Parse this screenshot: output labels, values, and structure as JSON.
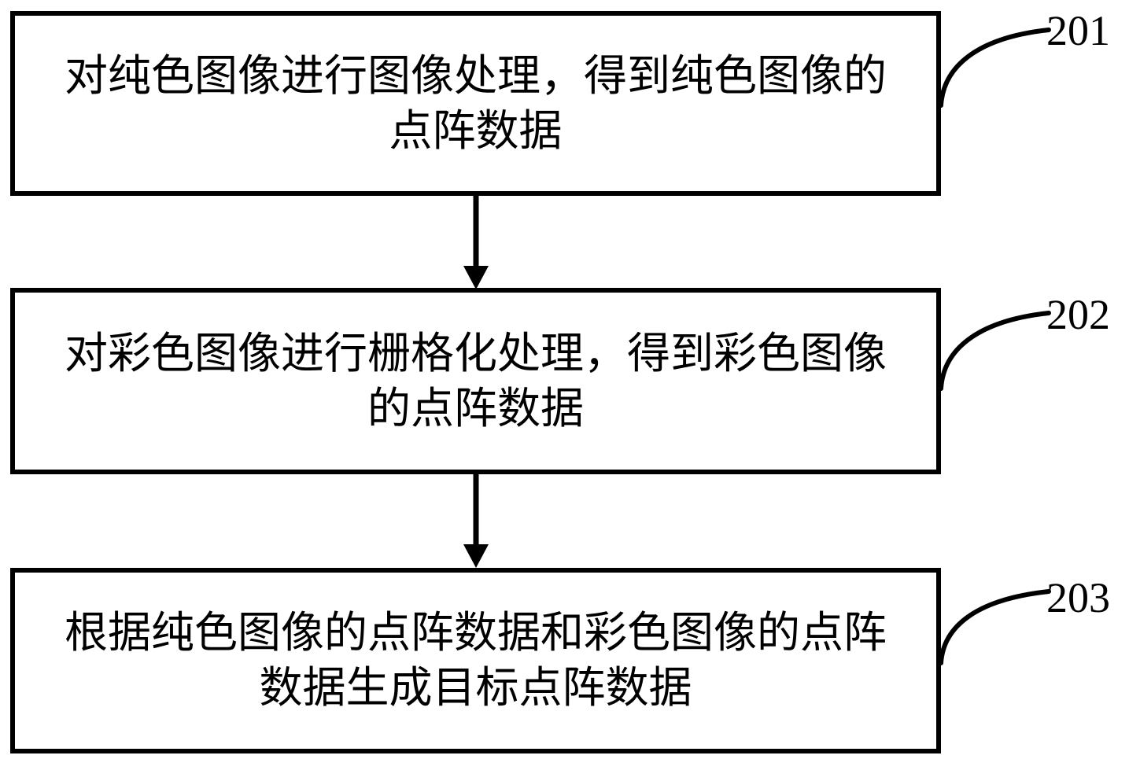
{
  "figure": {
    "type": "flowchart",
    "orientation": "vertical",
    "background_color": "#ffffff",
    "line_color": "#000000",
    "steps": [
      {
        "ref": "201",
        "text": "对纯色图像进行图像处理，得到纯色图像的\n点阵数据",
        "line1": "对纯色图像进行图像处理，得到纯色图像的",
        "line2": "点阵数据"
      },
      {
        "ref": "202",
        "text": "对彩色图像进行栅格化处理，得到彩色图像\n的点阵数据",
        "line1": "对彩色图像进行栅格化处理，得到彩色图像",
        "line2": "的点阵数据"
      },
      {
        "ref": "203",
        "text": "根据纯色图像的点阵数据和彩色图像的点阵\n数据生成目标点阵数据",
        "line1": "根据纯色图像的点阵数据和彩色图像的点阵",
        "line2": "数据生成目标点阵数据"
      }
    ],
    "connectors": [
      {
        "from": "201",
        "to": "202",
        "style": "solid-arrow-down"
      },
      {
        "from": "202",
        "to": "203",
        "style": "solid-arrow-down"
      }
    ],
    "leaders": [
      {
        "ref": "201",
        "style": "curved-leader"
      },
      {
        "ref": "202",
        "style": "curved-leader"
      },
      {
        "ref": "203",
        "style": "curved-leader"
      }
    ]
  }
}
